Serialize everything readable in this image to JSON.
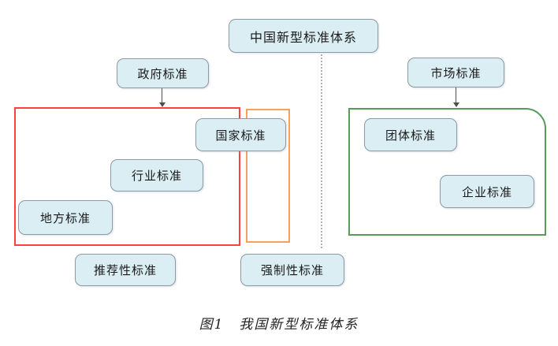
{
  "diagram": {
    "root": "中国新型标准体系",
    "branches": {
      "government": "政府标准",
      "market": "市场标准"
    },
    "government_group": {
      "national": "国家标准",
      "industry": "行业标准",
      "local": "地方标准"
    },
    "market_group": {
      "group": "团体标准",
      "enterprise": "企业标准"
    },
    "bottom": {
      "recommended": "推荐性标准",
      "mandatory": "强制性标准"
    },
    "caption": "图1　我国新型标准体系"
  },
  "colors": {
    "node_fill": "#daeef3",
    "node_border": "#8b9aa4",
    "red_frame": "#ff4040",
    "orange_frame": "#f7a161",
    "green_frame": "#579b57",
    "dotted_line": "#b3b3b3",
    "arrow": "#4d4d4d"
  }
}
